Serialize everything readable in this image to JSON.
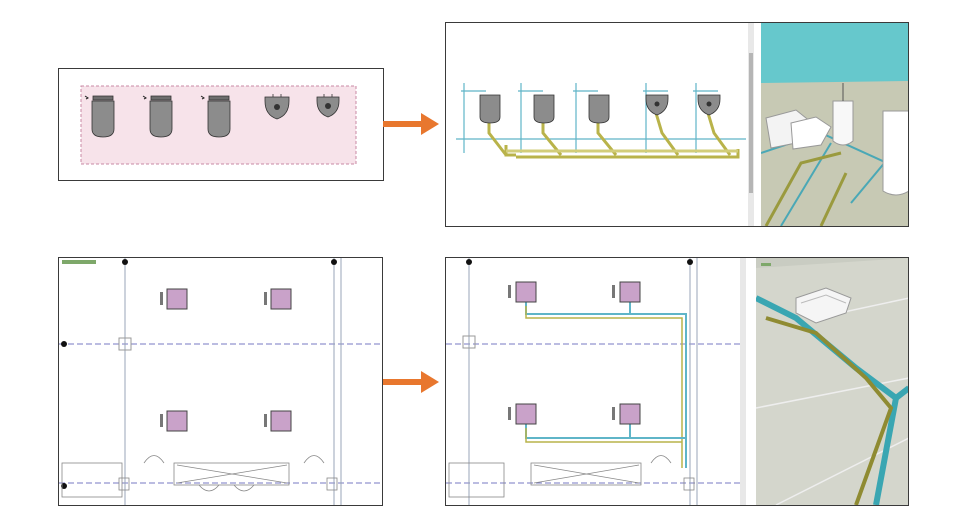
{
  "colors": {
    "arrow": "#e8772e",
    "pipe_yellow": "#b9b34a",
    "pipe_cyan": "#5fb5c8",
    "fixture_fill": "#8c8c8c",
    "box_fill": "#c9a2c9",
    "selection_fill": "#f7e3ea",
    "sky": "#66c8cc",
    "floor_3d": "#c7c9b4",
    "grid_line": "#4b4fb0"
  },
  "panels": [
    {
      "name": "fixture-selection-plan"
    },
    {
      "name": "piped-fixtures-plan"
    },
    {
      "name": "box-layout-plan"
    },
    {
      "name": "piped-box-layout-plan"
    }
  ],
  "icons": [
    "arrow-right-icon",
    "toilet-icon",
    "urinal-icon",
    "grid-bubble-icon"
  ]
}
